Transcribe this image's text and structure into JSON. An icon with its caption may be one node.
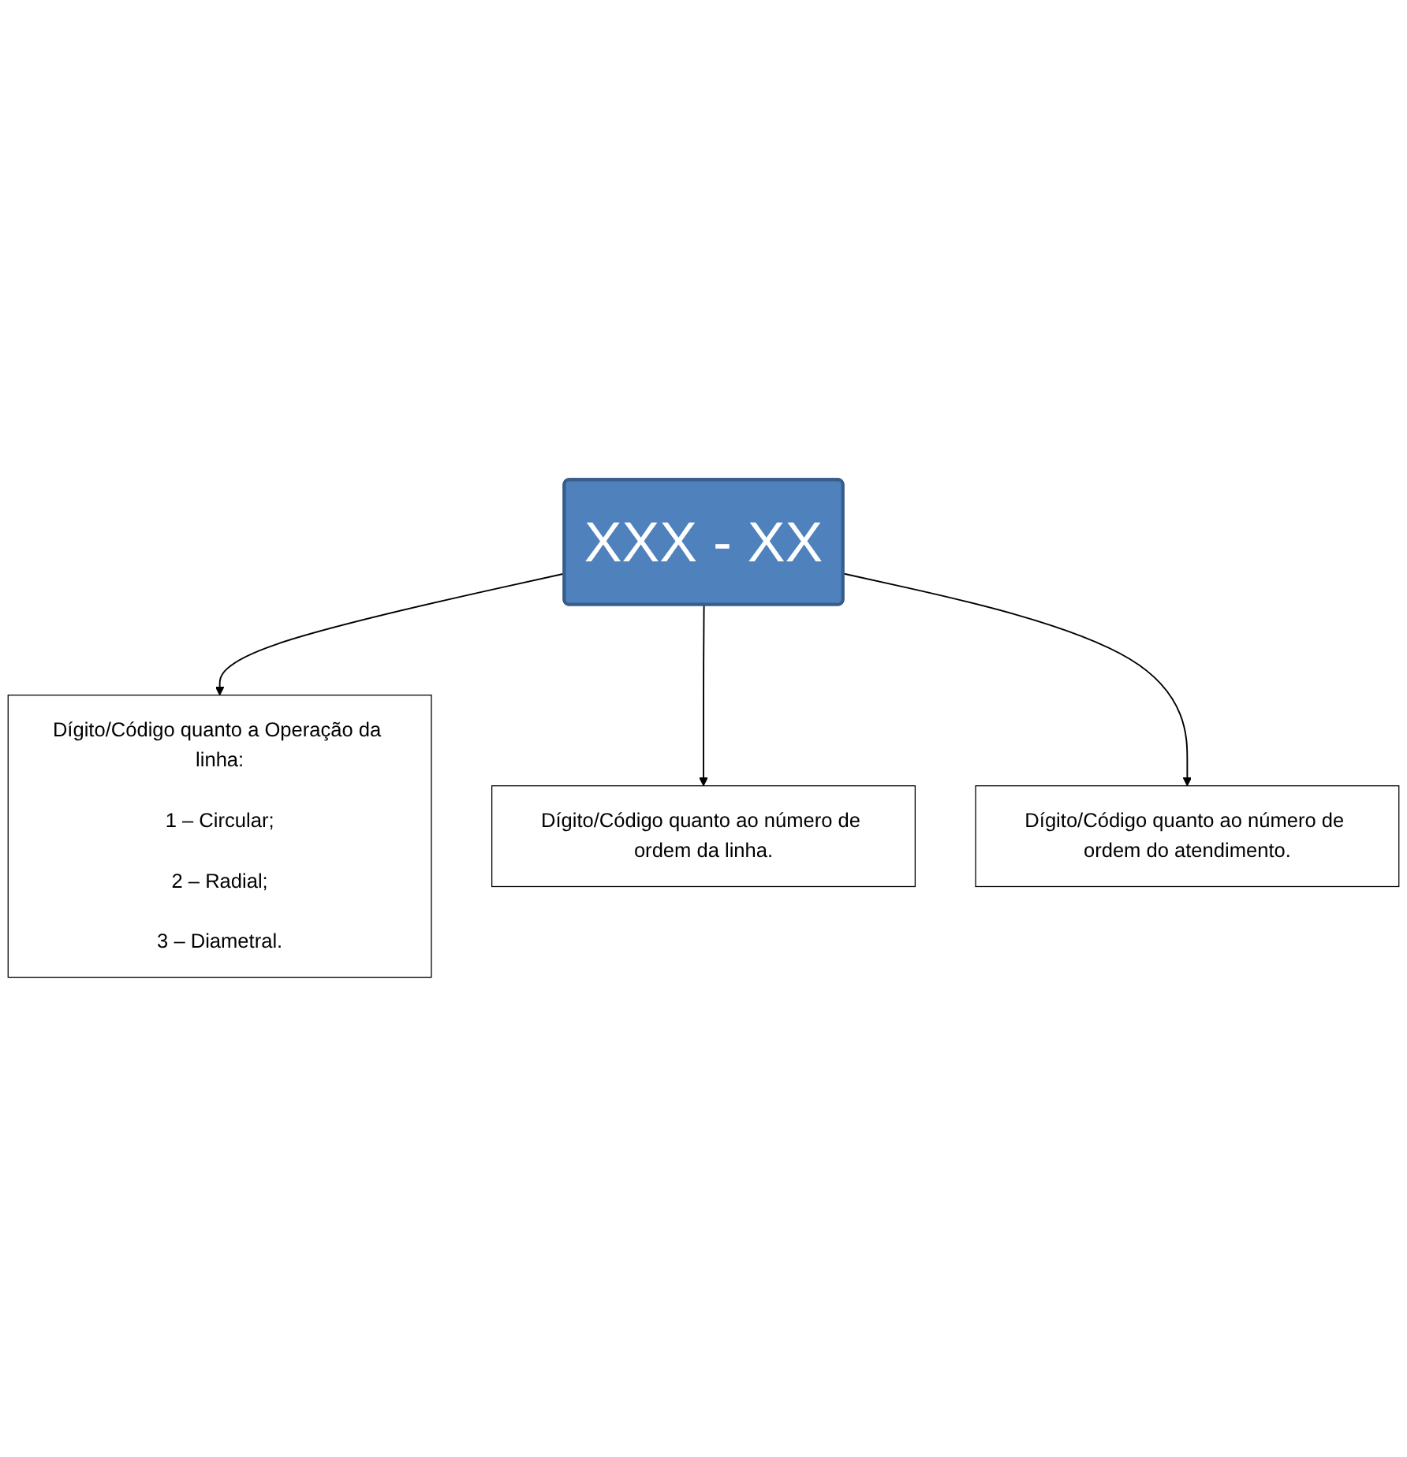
{
  "diagram": {
    "nodes": [
      {
        "text": [
          "Dígito/Código quanto a Operação da linha:",
          "1 – Circular;",
          "2 – Radial;",
          "3 – Diametral."
        ]
      },
      {
        "text": [
          "Dígito/Código quanto ao número de ordem da linha."
        ]
      },
      {
        "text": [
          "XXX - XX"
        ]
      },
      {
        "text": [
          "Dígito/Código quanto ao número de ordem do atendimento."
        ]
      }
    ],
    "edges": [
      {
        "from": 2,
        "to": 0,
        "arrow": "to"
      },
      {
        "from": 2,
        "to": 1,
        "arrow": "to"
      },
      {
        "from": 2,
        "to": 3,
        "arrow": "to"
      }
    ]
  }
}
